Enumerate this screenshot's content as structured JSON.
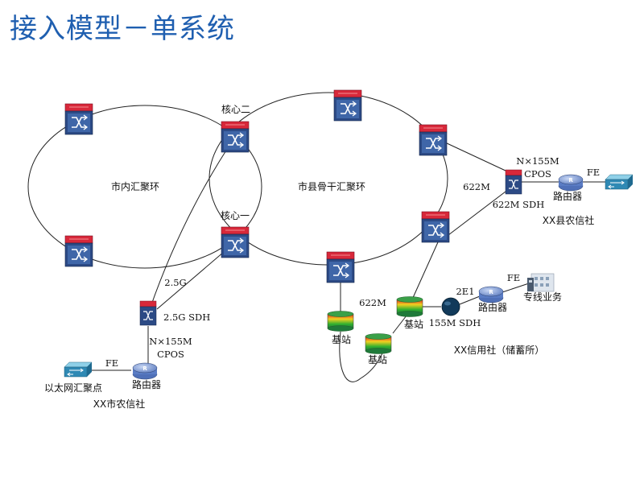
{
  "title": "接入模型－单系统",
  "colors": {
    "title": "#1f5fb0",
    "switch_body": "#2c4a85",
    "switch_top": "#d8283a",
    "router": "#6d8fd0"
  },
  "rings": {
    "city_ring": "市内汇聚环",
    "county_ring": "市县骨干汇聚环"
  },
  "nodes": {
    "core_two": "核心二",
    "core_one": "核心一"
  },
  "links": {
    "l_25g": "2.5G",
    "l_25g_sdh": "2.5G  SDH",
    "nx155m_city": "N×155M",
    "cpos_city": "CPOS",
    "fe_city": "FE",
    "l_622m_right": "622M",
    "nx155m_county": "N×155M",
    "cpos_county": "CPOS",
    "l_622m_sdh": "622M  SDH",
    "fe_county": "FE",
    "l_622m_left": "622M",
    "l_2e1": "2E1",
    "fe_credit": "FE",
    "l_155m_sdh": "155M  SDH"
  },
  "devices": {
    "router_city": "路由器",
    "eth_agg": "以太网汇聚点",
    "router_county": "路由器",
    "router_credit": "路由器",
    "special_service": "专线业务",
    "bs1": "基站",
    "bs2": "基站",
    "bs3": "基站"
  },
  "sites": {
    "city_coop": "XX市农信社",
    "county_coop": "XX县农信社",
    "credit_coop": "XX信用社（储蓄所）"
  },
  "icons": {
    "switch": "optical-switch-icon",
    "router": "router-icon",
    "base_station": "base-station-icon",
    "building": "building-icon"
  }
}
